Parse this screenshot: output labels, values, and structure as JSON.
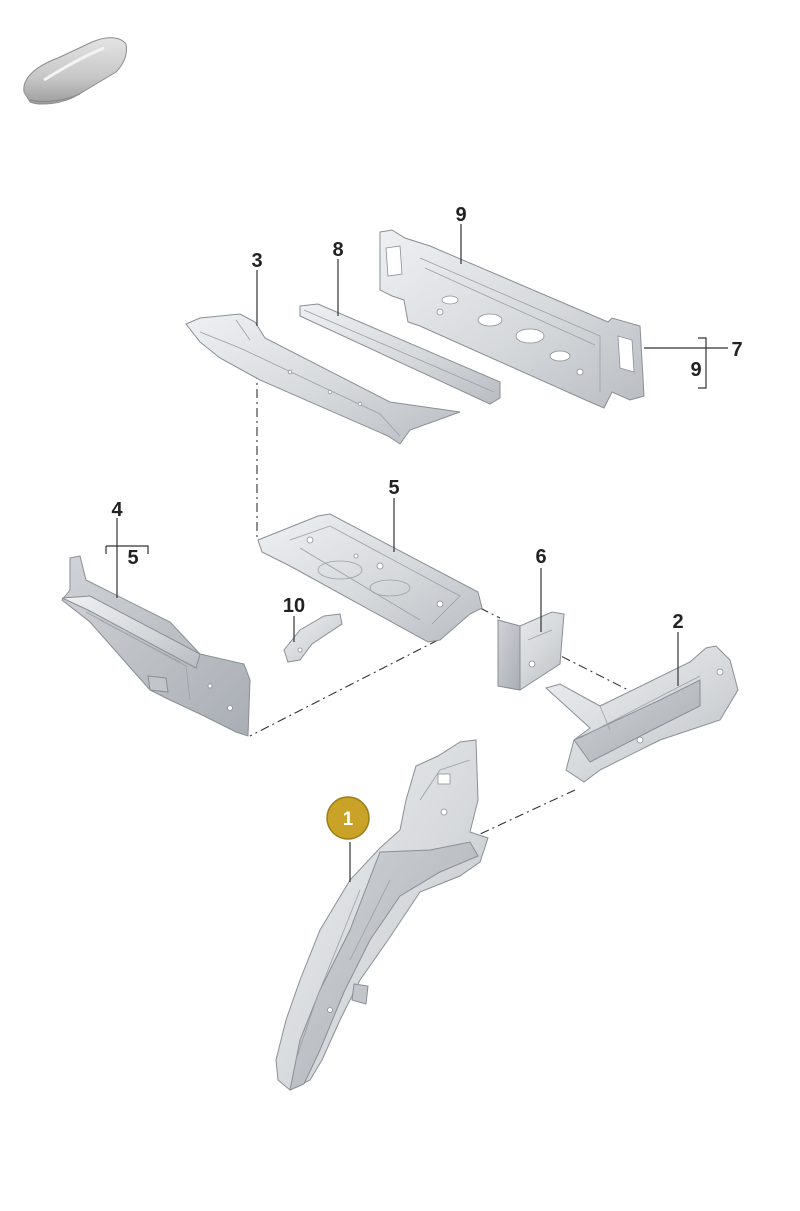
{
  "diagram": {
    "labels": {
      "p1": "1",
      "p2": "2",
      "p3": "3",
      "p4": "4",
      "p4_sub": "5",
      "p5": "5",
      "p6": "6",
      "p7": "7",
      "p7_sub": "9",
      "p8": "8",
      "p9": "9",
      "p10": "10"
    },
    "colors": {
      "highlight": "#c9a227",
      "part_fill": "#d9dcdf",
      "part_light": "#eceef0",
      "part_dark": "#b7bbc0",
      "label": "#222222"
    },
    "icons": {
      "thumbnail": "car-silhouette-icon",
      "highlight": "gold-circle-badge"
    }
  }
}
